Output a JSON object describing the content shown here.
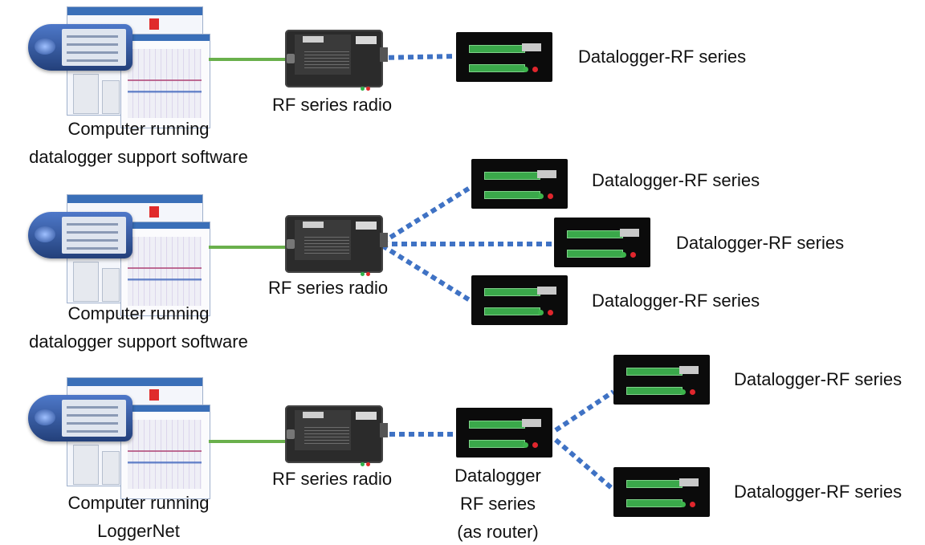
{
  "rows": [
    {
      "computer_label": [
        "Computer running",
        "datalogger support software"
      ],
      "radio_label": "RF series radio",
      "loggers": [
        "Datalogger-RF series"
      ]
    },
    {
      "computer_label": [
        "Computer running",
        "datalogger support software"
      ],
      "radio_label": "RF series radio",
      "loggers": [
        "Datalogger-RF series",
        "Datalogger-RF series",
        "Datalogger-RF series"
      ]
    },
    {
      "computer_label": [
        "Computer running",
        "LoggerNet"
      ],
      "radio_label": "RF series radio",
      "router_label": [
        "Datalogger",
        "RF series",
        "(as router)"
      ],
      "loggers": [
        "Datalogger-RF series",
        "Datalogger-RF series"
      ]
    }
  ],
  "colors": {
    "wired_link": "#6ab04c",
    "wireless_link": "#3f72c4",
    "terminal_strip": "#3aa84a",
    "status_led_green": "#3cb44b",
    "status_led_red": "#e0262d"
  }
}
